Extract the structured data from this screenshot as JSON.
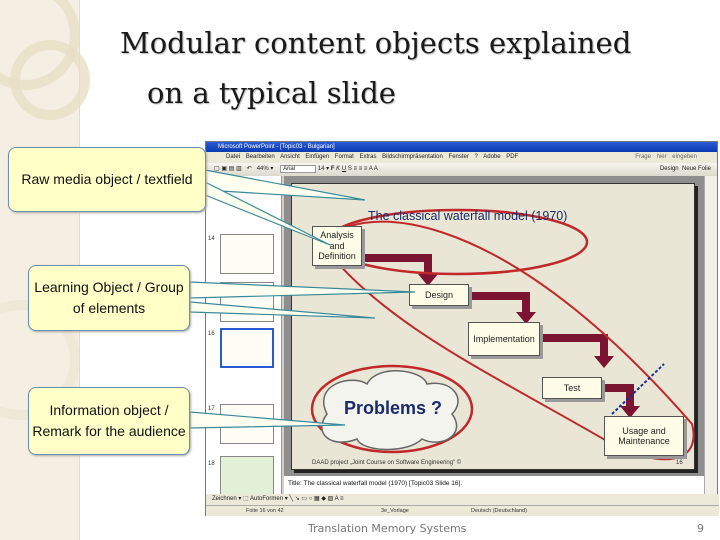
{
  "title": {
    "line1": "Modular content objects explained",
    "line2": "on a typical slide"
  },
  "callouts": [
    {
      "label": "Raw media object / textfield"
    },
    {
      "label": "Learning Object / Group of elements"
    },
    {
      "label": "Information object / Remark for the audience"
    }
  ],
  "window": {
    "title": "Microsoft PowerPoint - [Topic03 - Bulgarian]",
    "menu": [
      "Datei",
      "Bearbeiten",
      "Ansicht",
      "Einfügen",
      "Format",
      "Extras",
      "Bildschirmpräsentation",
      "Fenster",
      "?",
      "Adobe PDF"
    ],
    "help_placeholder": "Frage hier eingeben",
    "zoom": "44%",
    "font": "Arial",
    "font_size": "14",
    "design_button": "Design",
    "new_slide_button": "Neue Folie",
    "thumb_numbers": [
      "14",
      "15",
      "16",
      "17",
      "18"
    ],
    "notes": "Title: The classical waterfall model (1970) [Topic03 Slide 16].",
    "drawbar": {
      "draw": "Zeichnen",
      "autoshapes": "AutoFormen"
    },
    "status": {
      "slide": "Folie 16 von 42",
      "template": "3e_Vorlage",
      "language": "Deutsch (Deutschland)"
    }
  },
  "slide": {
    "heading": "The classical waterfall model (1970)",
    "steps": [
      "Analysis and Definition",
      "Design",
      "Implementation",
      "Test",
      "Usage and Maintenance"
    ],
    "cloud": "Problems ?",
    "footer": "DAAD project „Joint Course on Software Engineering“ ©",
    "page": "16",
    "colors": {
      "arrow": "#7a1430",
      "ellipse": "#c0282a",
      "heading": "#1a2a6a"
    }
  },
  "footer": {
    "text": "Translation Memory Systems",
    "page": "9"
  }
}
